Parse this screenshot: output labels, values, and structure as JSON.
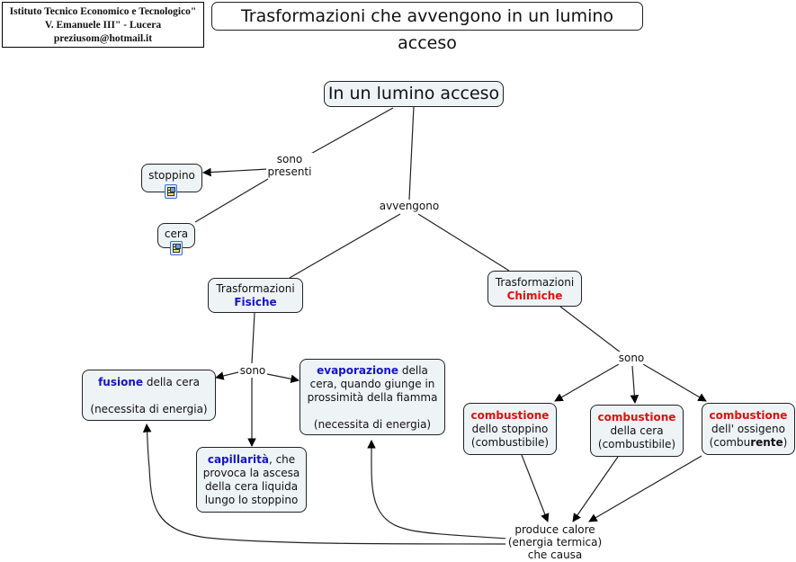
{
  "header": {
    "line1": "Istituto Tecnico Economico e Tecnologico\"",
    "line2": "V. Emanuele III\" - Lucera",
    "line3": "preziusom@hotmail.it"
  },
  "title": "Trasformazioni che avvengono in un lumino acceso",
  "colors": {
    "node_fill": "#eef3f5",
    "accent_blue": "#1515c8",
    "accent_red": "#e01010"
  },
  "nodes": {
    "root": "In un lumino acceso",
    "stoppino": "stoppino",
    "cera": "cera",
    "fisiche": {
      "line1": "Trasformazioni",
      "line2": "Fisiche"
    },
    "chimiche": {
      "line1": "Trasformazioni",
      "line2": "Chimiche"
    },
    "fusione": {
      "keyword": "fusione",
      "rest": " della cera",
      "note": "(necessita di energia)"
    },
    "evaporazione": {
      "keyword": "evaporazione",
      "rest1": " della",
      "line2": "cera, quando giunge in",
      "line3": "prossimità della fiamma",
      "note": "(necessita di energia)"
    },
    "capillarita": {
      "keyword": "capillarità",
      "rest1": ", che",
      "line2": "provoca la ascesa",
      "line3": "della cera liquida",
      "line4": "lungo lo stoppino"
    },
    "comb_stoppino": {
      "keyword": "combustione",
      "line2": "dello stoppino",
      "line3": "(combustibile)"
    },
    "comb_cera": {
      "keyword": "combustione",
      "line2": "della cera",
      "line3": "(combustibile)"
    },
    "comb_ossigeno": {
      "keyword": "combustione",
      "line2": "dell' ossigeno",
      "line3a": "(combu",
      "line3b": "rente",
      "line3c": ")"
    }
  },
  "link_labels": {
    "sono_presenti": {
      "line1": "sono",
      "line2": "presenti"
    },
    "avvengono": "avvengono",
    "sono_fisiche": "sono",
    "sono_chimiche": "sono",
    "produce": {
      "line1": "produce calore",
      "line2": "(energia termica)",
      "line3": "che causa"
    }
  },
  "resource_icons": [
    "stoppino-resource",
    "cera-resource"
  ]
}
